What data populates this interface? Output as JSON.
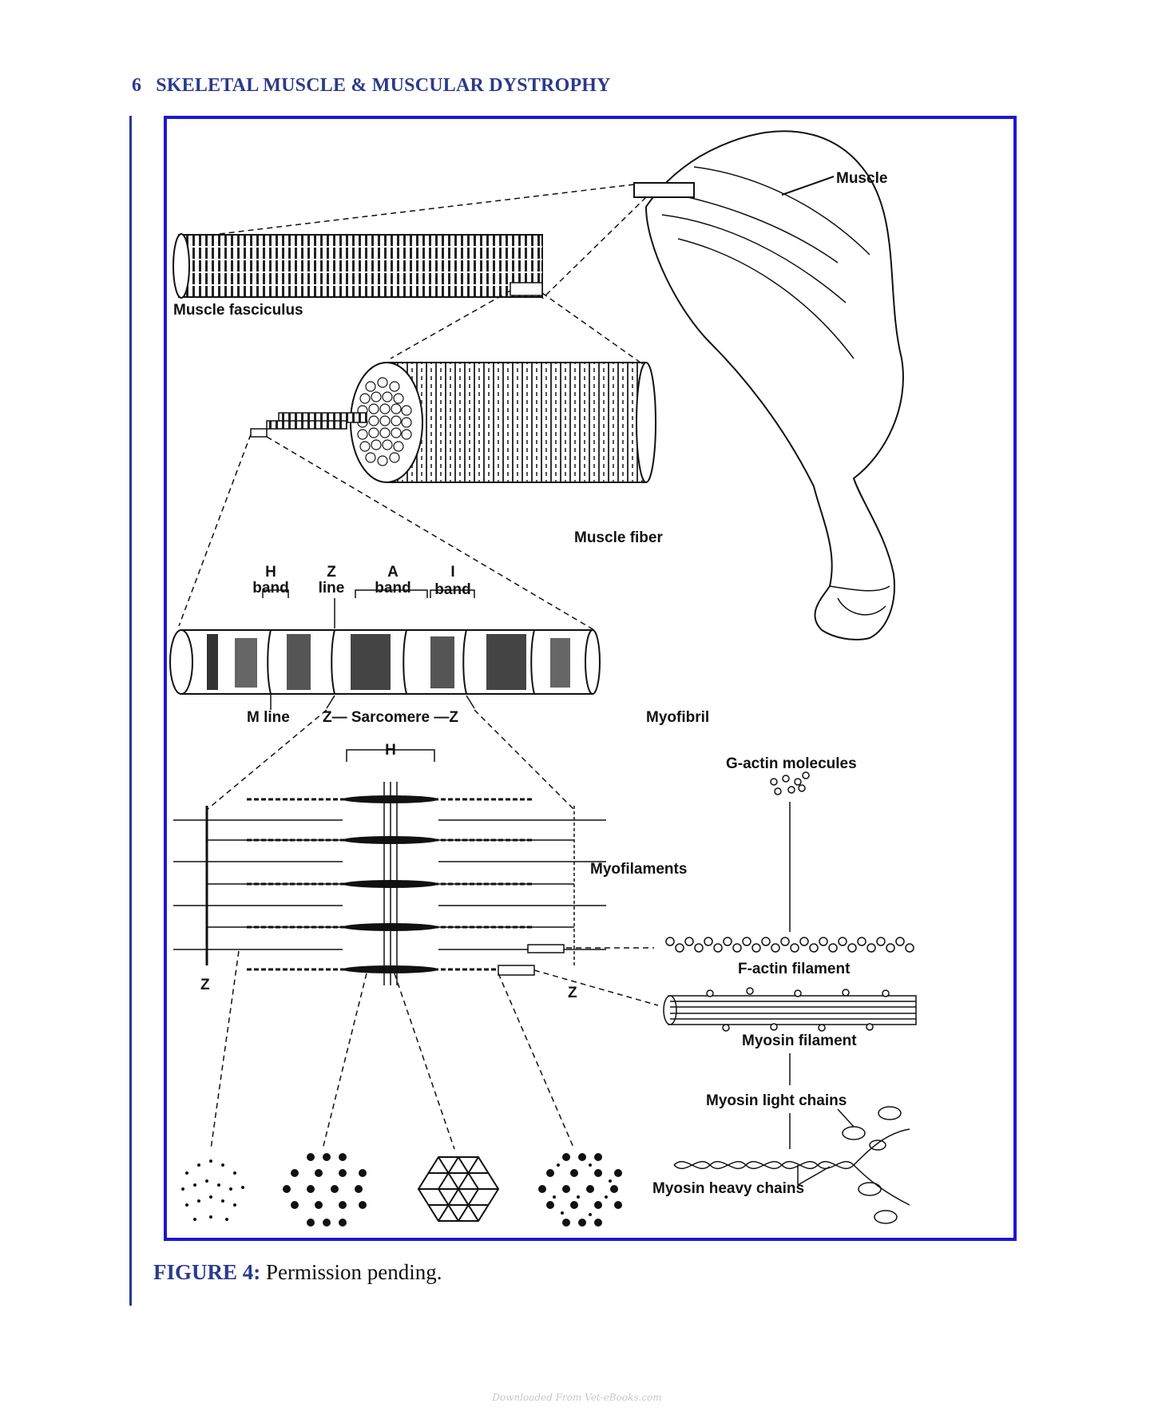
{
  "header": {
    "page_number": "6",
    "running_title": "SKELETAL MUSCLE & MUSCULAR DYSTROPHY"
  },
  "figure": {
    "labels": {
      "muscle": "Muscle",
      "fasciculus": "Muscle fasciculus",
      "fiber": "Muscle fiber",
      "h_band_1": "H",
      "h_band_2": "band",
      "z_line_1": "Z",
      "z_line_2": "line",
      "a_band_1": "A",
      "a_band_2": "band",
      "i_band_1": "I",
      "i_band_2": "band",
      "m_line": "M line",
      "sarcomere": "Z— Sarcomere —Z",
      "myofibril": "Myofibril",
      "h_zone": "H",
      "myofilaments": "Myofilaments",
      "z_left": "Z",
      "z_right": "Z",
      "g_actin": "G-actin molecules",
      "f_actin": "F-actin filament",
      "myosin_filament": "Myosin filament",
      "light_chains": "Myosin light chains",
      "heavy_chains": "Myosin heavy chains"
    }
  },
  "caption": {
    "label": "FIGURE 4:",
    "text": " Permission pending."
  },
  "watermark": "Downloaded From Vet-eBooks.com"
}
